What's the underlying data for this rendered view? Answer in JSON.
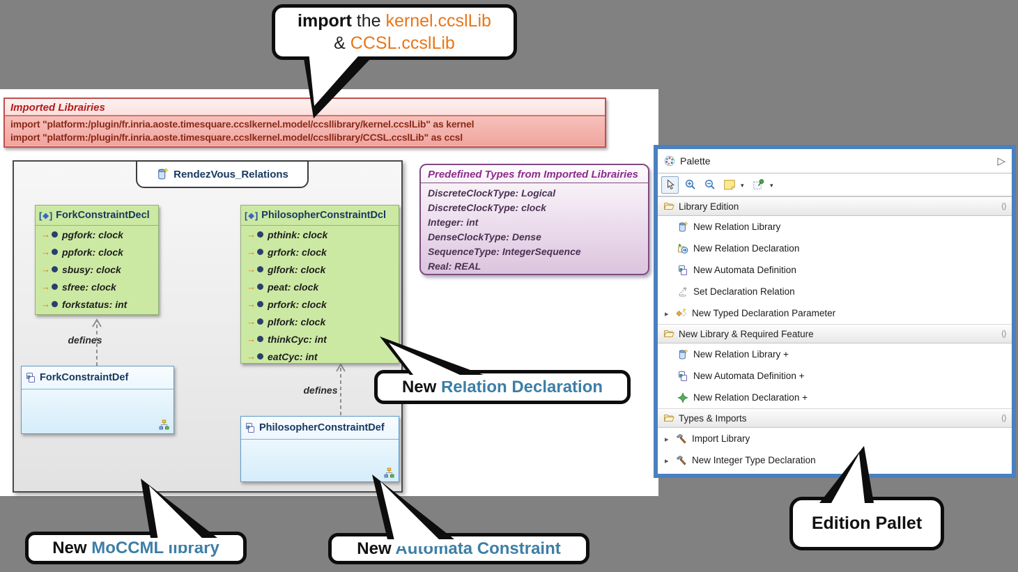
{
  "callouts": {
    "import_note": {
      "keyword": "import",
      "mid": " the ",
      "lib1": "kernel.ccslLib",
      "amp": "& ",
      "lib2": "CCSL.ccslLib"
    },
    "relation_declaration": {
      "prefix": "New ",
      "highlight": "Relation Declaration"
    },
    "moccml": {
      "prefix": "New ",
      "highlight": "MoCCML library"
    },
    "automata": {
      "prefix": "New ",
      "highlight": "Automata Constraint"
    },
    "edition_pallet": "Edition Pallet"
  },
  "imported_libraries": {
    "title": "Imported Librairies",
    "imports": [
      "import \"platform:/plugin/fr.inria.aoste.timesquare.ccslkernel.model/ccsllibrary/kernel.ccslLib\" as kernel",
      "import \"platform:/plugin/fr.inria.aoste.timesquare.ccslkernel.model/ccsllibrary/CCSL.ccslLib\" as ccsl"
    ]
  },
  "diagram": {
    "tab_label": "RendezVous_Relations",
    "defines_label": "defines",
    "fork_decl": {
      "title": "ForkConstraintDecl",
      "attrs": [
        "pgfork: clock",
        "ppfork: clock",
        "sbusy: clock",
        "sfree: clock",
        "forkstatus: int"
      ]
    },
    "philosopher_decl": {
      "title": "PhilosopherConstraintDcl",
      "attrs": [
        "pthink: clock",
        "grfork: clock",
        "glfork: clock",
        "peat: clock",
        "prfork: clock",
        "plfork: clock",
        "thinkCyc: int",
        "eatCyc: int"
      ]
    },
    "fork_def": {
      "title": "ForkConstraintDef"
    },
    "philosopher_def": {
      "title": "PhilosopherConstraintDef"
    }
  },
  "predefined_types": {
    "title": "Predefined Types from Imported Librairies",
    "items": [
      "DiscreteClockType: Logical",
      "DiscreteClockType: clock",
      "Integer: int",
      "DenseClockType: Dense",
      "SequenceType: IntegerSequence",
      "Real: REAL"
    ]
  },
  "palette": {
    "title": "Palette",
    "sections": [
      {
        "label": "Library Edition",
        "items": [
          "New Relation Library",
          "New Relation Declaration",
          "New Automata Definition",
          "Set Declaration Relation",
          "New Typed Declaration Parameter"
        ]
      },
      {
        "label": "New Library & Required Feature",
        "items": [
          "New Relation Library +",
          "New Automata Definition +",
          "New Relation Declaration +"
        ]
      },
      {
        "label": "Types & Imports",
        "items": [
          "Import Library",
          "New Integer Type Declaration"
        ]
      }
    ]
  },
  "colors": {
    "accent_orange": "#E87617",
    "accent_steel_blue": "#3D7EA6",
    "palette_border": "#4A80C0",
    "decl_fill": "#CCE9A3",
    "def_fill": "#DDF0FB",
    "note_red_border": "#C0504D",
    "types_purple_border": "#7D4A80",
    "background_gray": "#818181"
  }
}
